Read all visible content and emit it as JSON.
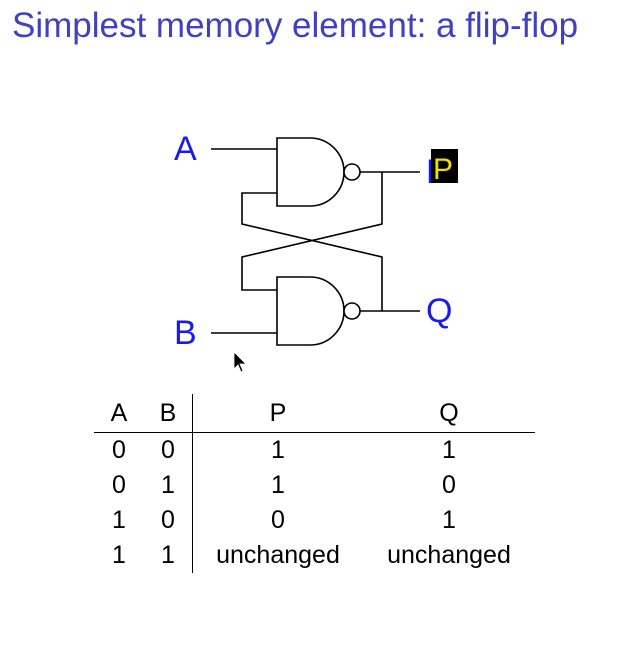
{
  "slide": {
    "title": "Simplest memory element: a flip-flop"
  },
  "circuit": {
    "input_a_label": "A",
    "input_b_label": "B",
    "output_p_label": "P",
    "output_q_label": "Q",
    "highlight_color": "#000000",
    "highlight_text_color": "#f0e000",
    "label_color": "#1a1aee"
  },
  "truth_table": {
    "headers": [
      "A",
      "B",
      "P",
      "Q"
    ],
    "rows": [
      [
        "0",
        "0",
        "1",
        "1"
      ],
      [
        "0",
        "1",
        "1",
        "0"
      ],
      [
        "1",
        "0",
        "0",
        "1"
      ],
      [
        "1",
        "1",
        "unchanged",
        "unchanged"
      ]
    ]
  }
}
